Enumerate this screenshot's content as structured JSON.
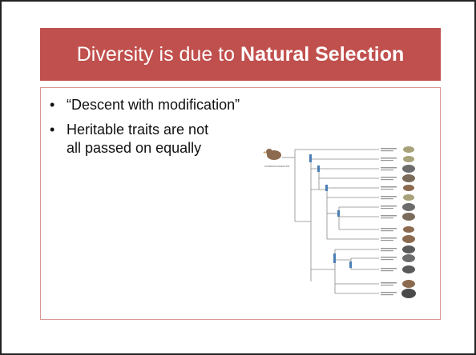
{
  "slide": {
    "title_regular": "Diversity is due to",
    "title_bold": "Natural Selection",
    "bullets": [
      "“Descent with modification”",
      "Heritable traits are not all passed on equally"
    ]
  },
  "figure": {
    "description_icon": "finch-phylogeny-diagram",
    "root_label": "COMMON ANCESTOR",
    "colors": {
      "tree_line": "#8a8a8a",
      "trait_bar": "#4a7fb5",
      "finch_brown": "#8b6a4f",
      "finch_gray": "#6c6c6c",
      "finch_olive": "#a7a27a"
    }
  }
}
